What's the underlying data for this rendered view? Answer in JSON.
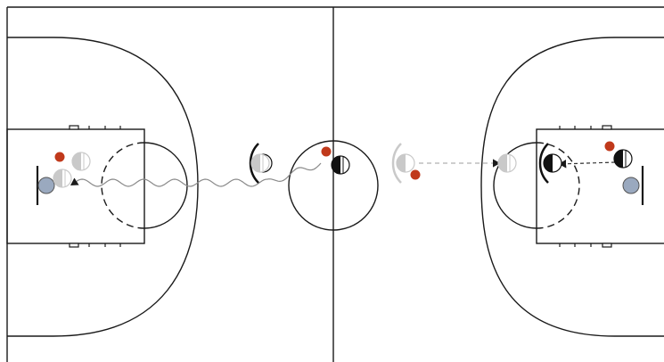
{
  "diagram": {
    "type": "basketball-court-drill",
    "colors": {
      "background": "#ffffff",
      "court_line": "#1a1a1a",
      "ball": "#c0391b",
      "dark_player": "#111111",
      "light_player": "#c9c9c9",
      "coach": "#9aa9bf",
      "path_line": "#8a8a8a"
    },
    "elements": [
      {
        "id": "left-coach",
        "kind": "coach",
        "icon": "circle-coach-icon"
      },
      {
        "id": "left-player-light-1",
        "kind": "player",
        "team": "light",
        "icon": "player-light-icon"
      },
      {
        "id": "left-player-light-2",
        "kind": "player",
        "team": "light",
        "icon": "player-light-icon"
      },
      {
        "id": "left-ball",
        "kind": "ball",
        "icon": "ball-icon"
      },
      {
        "id": "center-defender",
        "kind": "defender",
        "team": "dark",
        "icon": "defender-dark-icon"
      },
      {
        "id": "center-player-light",
        "kind": "player",
        "team": "light",
        "icon": "player-light-icon"
      },
      {
        "id": "center-player-dark",
        "kind": "player",
        "team": "dark",
        "icon": "player-dark-icon"
      },
      {
        "id": "center-ball",
        "kind": "ball",
        "icon": "ball-icon"
      },
      {
        "id": "right-defender-light",
        "kind": "defender",
        "team": "light",
        "icon": "defender-light-icon"
      },
      {
        "id": "right-ball-1",
        "kind": "ball",
        "icon": "ball-icon"
      },
      {
        "id": "right-player-light",
        "kind": "player",
        "team": "light",
        "icon": "player-light-icon"
      },
      {
        "id": "right-defender-dark",
        "kind": "defender",
        "team": "dark",
        "icon": "defender-dark-icon"
      },
      {
        "id": "right-player-dark",
        "kind": "player",
        "team": "dark",
        "icon": "player-dark-icon"
      },
      {
        "id": "right-ball-2",
        "kind": "ball",
        "icon": "ball-icon"
      },
      {
        "id": "right-coach",
        "kind": "coach",
        "icon": "circle-coach-icon"
      }
    ],
    "paths": [
      {
        "id": "left-dribble-path",
        "style": "wavy-arrow",
        "direction": "to-left-basket"
      },
      {
        "id": "right-pass-path",
        "style": "dashed-arrow",
        "direction": "toward-center"
      },
      {
        "id": "right-move-path",
        "style": "dashed-arrow",
        "direction": "toward-basket"
      }
    ]
  }
}
